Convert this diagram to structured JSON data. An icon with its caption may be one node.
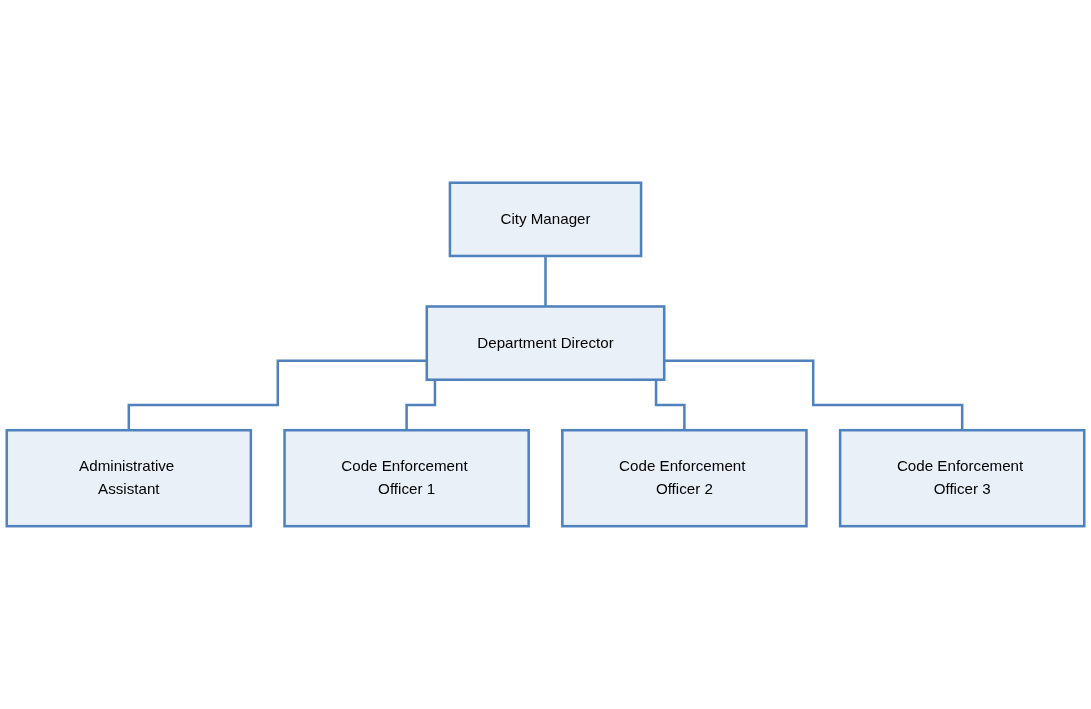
{
  "diagram": {
    "nodes": [
      {
        "text": [
          "City Manager"
        ]
      },
      {
        "text": [
          "Department Director"
        ]
      },
      {
        "text": [
          "Administrative Assistant"
        ]
      },
      {
        "text": [
          "Code Enforcement Officer 1"
        ]
      },
      {
        "text": [
          "Code Enforcement Officer 2"
        ]
      },
      {
        "text": [
          "Code Enforcement Officer 3"
        ]
      }
    ],
    "edges": [
      {
        "from": 0,
        "to": 1,
        "arrow": "none"
      },
      {
        "from": 1,
        "to": 2,
        "arrow": "none"
      },
      {
        "from": 1,
        "to": 3,
        "arrow": "none"
      },
      {
        "from": 1,
        "to": 4,
        "arrow": "none"
      },
      {
        "from": 1,
        "to": 5,
        "arrow": "none"
      }
    ]
  }
}
